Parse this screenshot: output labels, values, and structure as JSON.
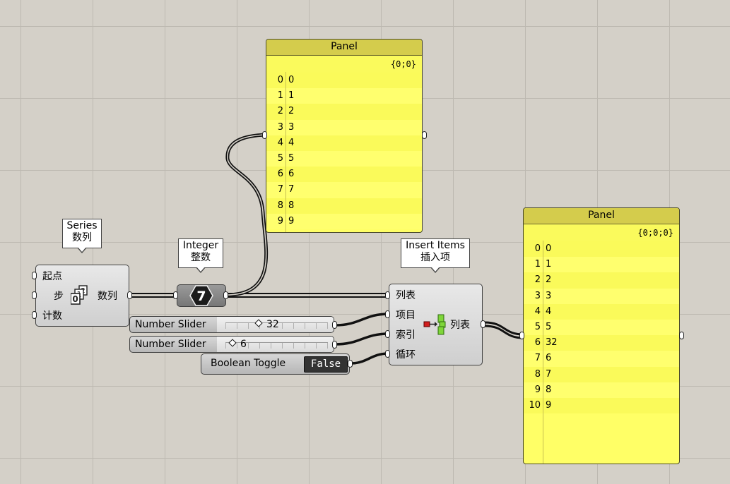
{
  "panel_top": {
    "title": "Panel",
    "path": "{0;0}",
    "items": [
      {
        "i": "0",
        "v": "0"
      },
      {
        "i": "1",
        "v": "1"
      },
      {
        "i": "2",
        "v": "2"
      },
      {
        "i": "3",
        "v": "3"
      },
      {
        "i": "4",
        "v": "4"
      },
      {
        "i": "5",
        "v": "5"
      },
      {
        "i": "6",
        "v": "6"
      },
      {
        "i": "7",
        "v": "7"
      },
      {
        "i": "8",
        "v": "8"
      },
      {
        "i": "9",
        "v": "9"
      }
    ]
  },
  "panel_right": {
    "title": "Panel",
    "path": "{0;0;0}",
    "items": [
      {
        "i": "0",
        "v": "0"
      },
      {
        "i": "1",
        "v": "1"
      },
      {
        "i": "2",
        "v": "2"
      },
      {
        "i": "3",
        "v": "3"
      },
      {
        "i": "4",
        "v": "4"
      },
      {
        "i": "5",
        "v": "5"
      },
      {
        "i": "6",
        "v": "32"
      },
      {
        "i": "7",
        "v": "6"
      },
      {
        "i": "8",
        "v": "7"
      },
      {
        "i": "9",
        "v": "8"
      },
      {
        "i": "10",
        "v": "9"
      }
    ]
  },
  "series": {
    "tag_en": "Series",
    "tag_cn": "数列",
    "input_start": "起点",
    "input_step": "步",
    "input_count": "计数",
    "output": "数列"
  },
  "integer": {
    "tag_en": "Integer",
    "tag_cn": "整数",
    "value": "7"
  },
  "insert": {
    "tag_en": "Insert Items",
    "tag_cn": "插入项",
    "input_list": "列表",
    "input_item": "项目",
    "input_index": "索引",
    "input_wrap": "循环",
    "output": "列表"
  },
  "slider1": {
    "label": "Number Slider",
    "value": "32"
  },
  "slider2": {
    "label": "Number Slider",
    "value": "6"
  },
  "toggle": {
    "label": "Boolean Toggle",
    "value": "False"
  },
  "colors": {
    "panel": "#ffff66",
    "panel_header": "#d4cc4c",
    "canvas": "#d4d0c8"
  }
}
